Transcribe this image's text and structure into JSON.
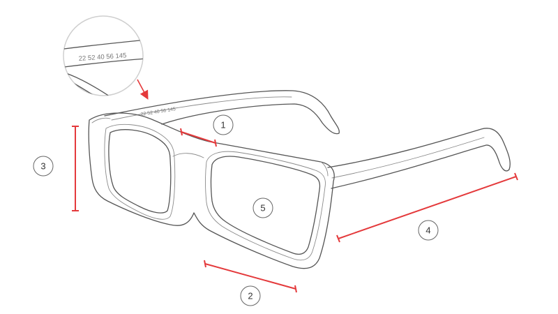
{
  "diagram": {
    "imprint_text": "22 52 40 56 145",
    "labels": [
      "1",
      "2",
      "3",
      "4",
      "5"
    ],
    "colors": {
      "measure_line": "#e4393b",
      "outline": "#555555",
      "badge_border": "#666666",
      "background": "#ffffff"
    },
    "icons": {
      "zoom": "magnifier-circle",
      "pointer": "arrow-down-right"
    }
  }
}
